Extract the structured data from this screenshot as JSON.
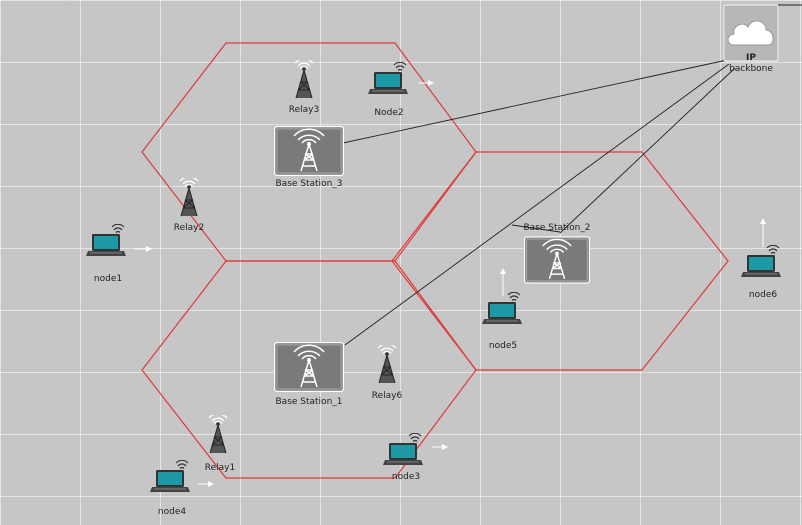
{
  "colors": {
    "background": "#c6c6c6",
    "cell_border": "#e03a3a",
    "link": "#222222",
    "base_station_fill": "#8a8a8a",
    "laptop_screen": "#1e9aa6",
    "arrow": "#ffffff"
  },
  "cloud": {
    "icon": "cloud-icon",
    "label": "IP",
    "caption": "backbone"
  },
  "base_stations": [
    {
      "id": "bs3",
      "label": "Base Station_3",
      "icon": "base-station-icon"
    },
    {
      "id": "bs2",
      "label": "Base Station_2",
      "icon": "base-station-icon"
    },
    {
      "id": "bs1",
      "label": "Base Station_1",
      "icon": "base-station-icon"
    }
  ],
  "relays": [
    {
      "id": "relay3",
      "label": "Relay3",
      "icon": "tower-icon"
    },
    {
      "id": "relay2",
      "label": "Relay2",
      "icon": "tower-icon"
    },
    {
      "id": "relay6",
      "label": "Relay6",
      "icon": "tower-icon"
    },
    {
      "id": "relay1",
      "label": "Relay1",
      "icon": "tower-icon"
    }
  ],
  "nodes": [
    {
      "id": "node2",
      "label": "Node2",
      "icon": "laptop-icon"
    },
    {
      "id": "node1",
      "label": "node1",
      "icon": "laptop-icon"
    },
    {
      "id": "node5",
      "label": "node5",
      "icon": "laptop-icon"
    },
    {
      "id": "node6",
      "label": "node6",
      "icon": "laptop-icon"
    },
    {
      "id": "node3",
      "label": "node3",
      "icon": "laptop-icon"
    },
    {
      "id": "node4",
      "label": "node4",
      "icon": "laptop-icon"
    }
  ],
  "cells": [
    "cell-bs3",
    "cell-bs2",
    "cell-bs1"
  ],
  "links": [
    {
      "from": "cloud",
      "to": "bs3"
    },
    {
      "from": "cloud",
      "to": "bs2"
    },
    {
      "from": "cloud",
      "to": "bs1"
    }
  ]
}
